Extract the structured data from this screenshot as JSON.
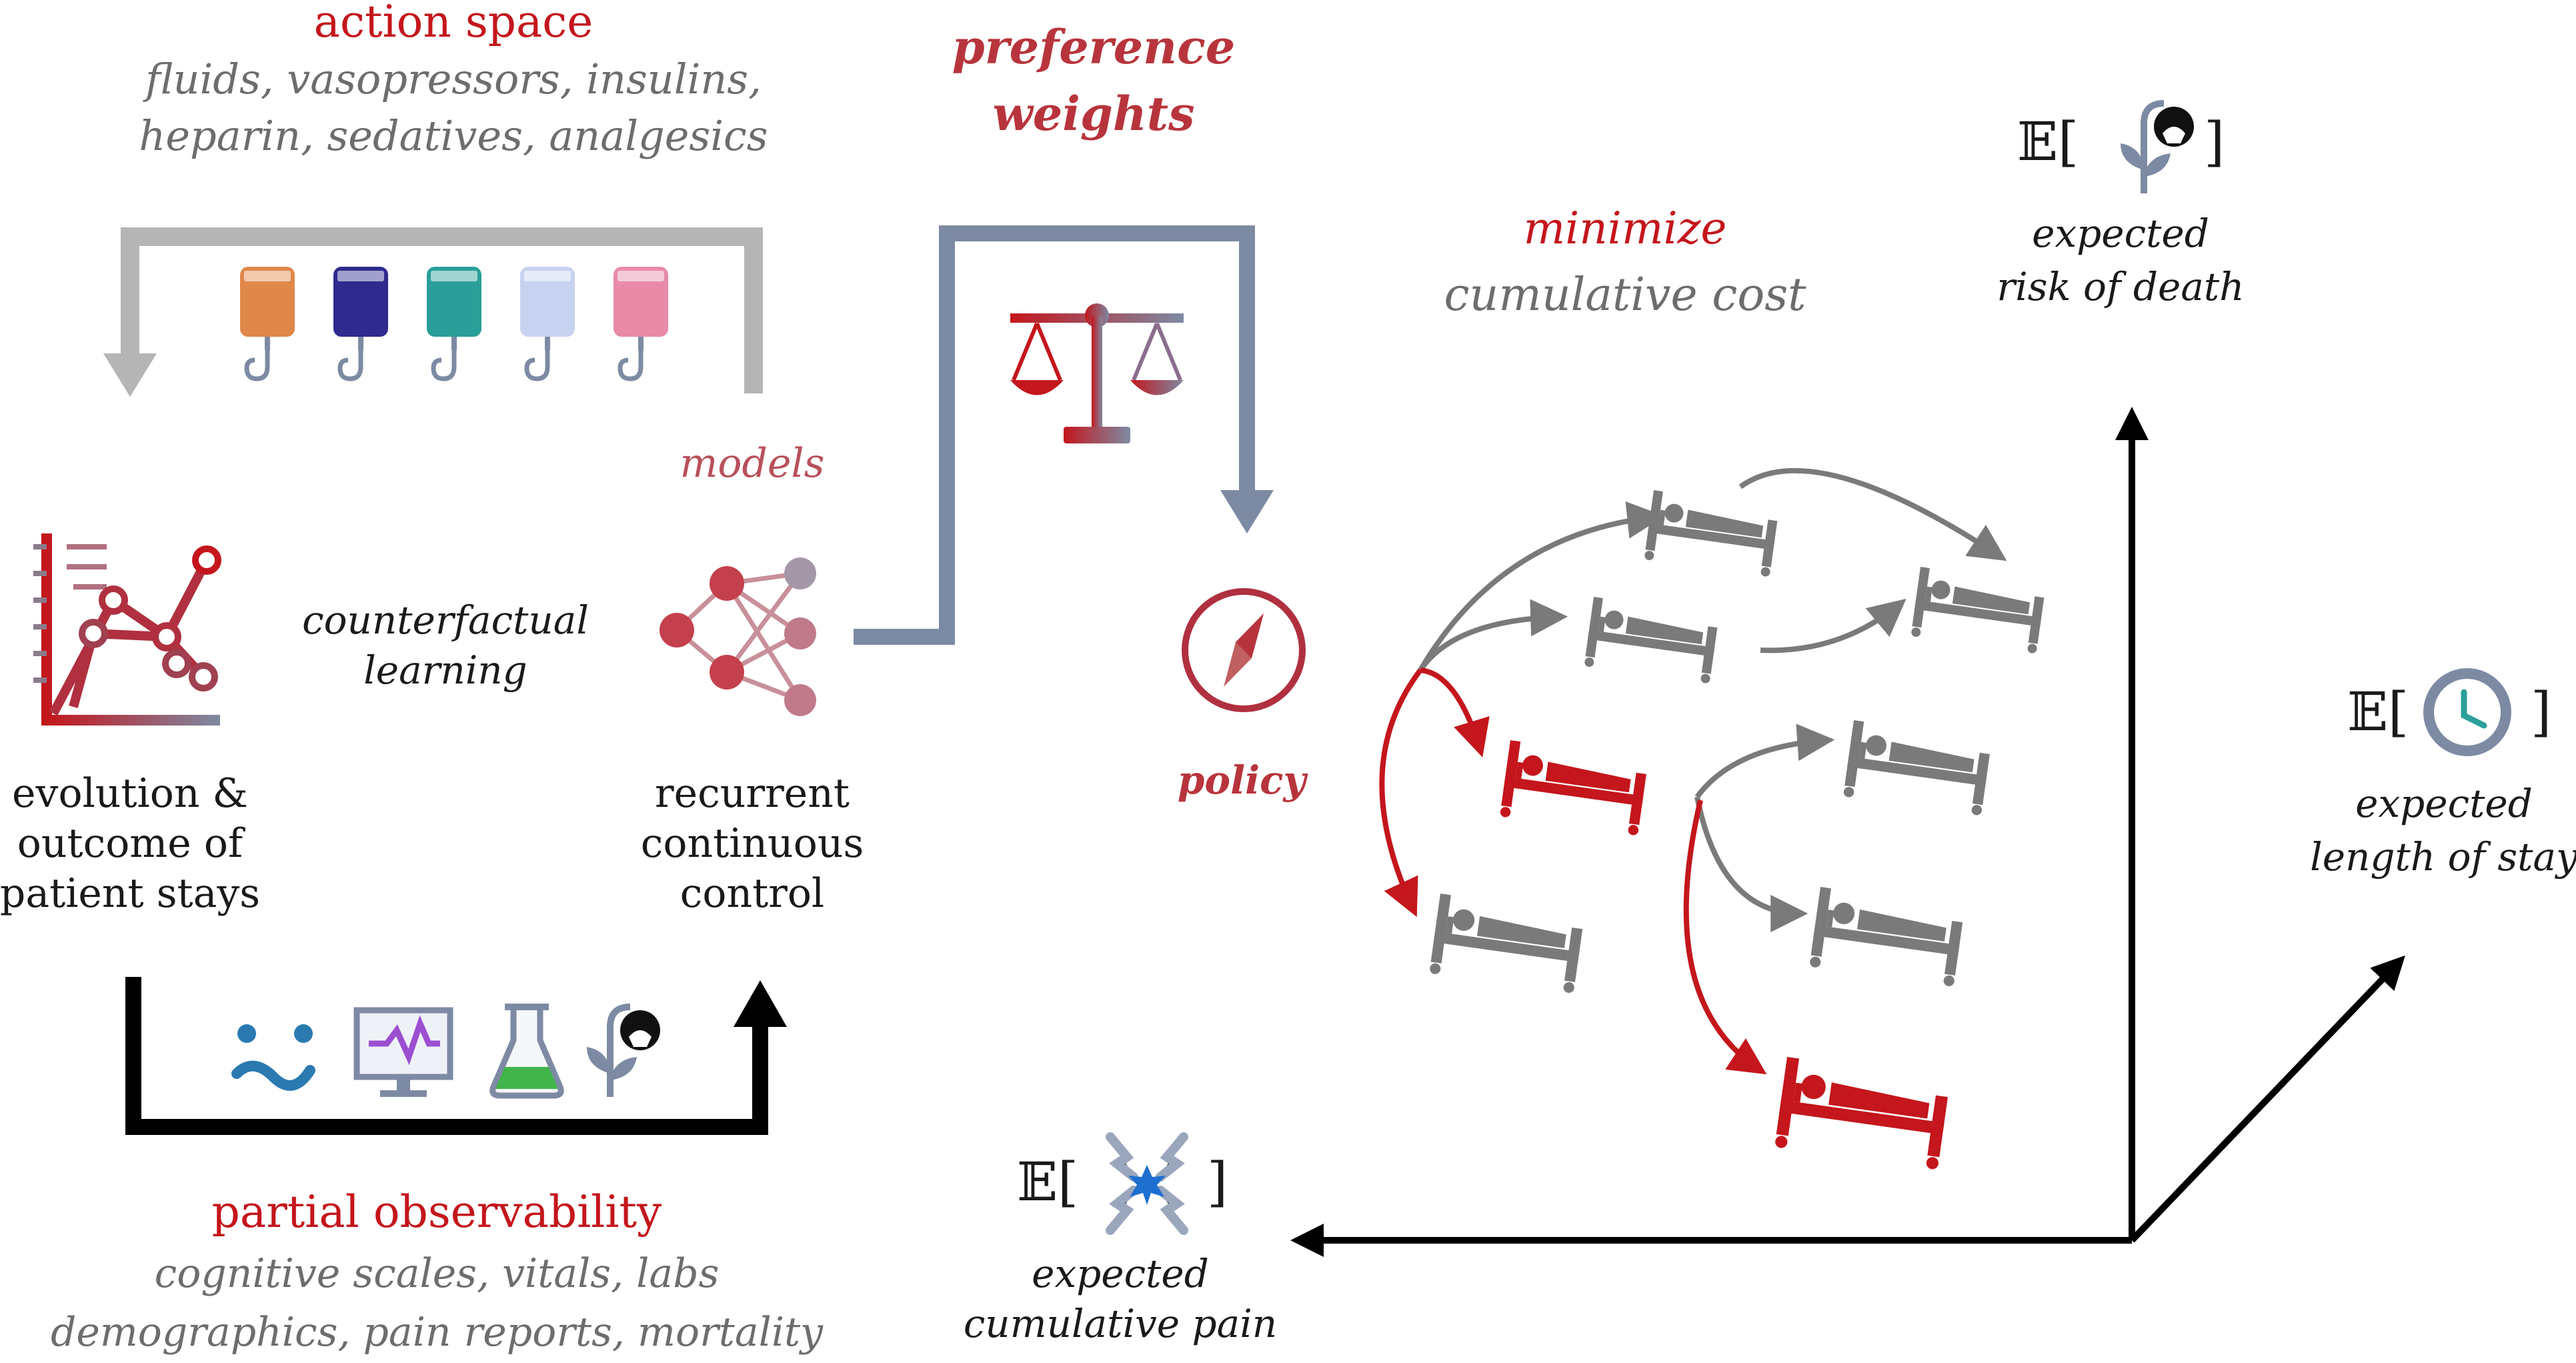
{
  "action_space": {
    "title": "action space",
    "line1": "fluids, vasopressors, insulins,",
    "line2": "heparin, sedatives, analgesics",
    "bag_colors": [
      "#e0874a",
      "#2f2a8e",
      "#2a9f99",
      "#c6d2ef",
      "#e88aa8"
    ]
  },
  "preference": {
    "line1": "preference",
    "line2": "weights"
  },
  "minimize": {
    "title": "minimize",
    "subtitle": "cumulative cost"
  },
  "models": {
    "label": "models"
  },
  "left_block": {
    "counterfactual_1": "counterfactual",
    "counterfactual_2": "learning",
    "evolution_1": "evolution &",
    "evolution_2": "outcome of",
    "evolution_3": "patient stays",
    "recurrent_1": "recurrent",
    "recurrent_2": "continuous",
    "recurrent_3": "control"
  },
  "policy": {
    "label": "policy"
  },
  "partial": {
    "title": "partial observability",
    "line1": "cognitive scales, vitals, labs",
    "line2": "demographics, pain reports, mortality"
  },
  "axes": {
    "death": {
      "symbol": "𝔼[",
      "close": "]",
      "line1": "expected",
      "line2": "risk of death"
    },
    "stay": {
      "symbol": "𝔼[",
      "close": "]",
      "line1": "expected",
      "line2": "length of stay"
    },
    "pain": {
      "symbol": "𝔼[",
      "close": "]",
      "line1": "expected",
      "line2": "cumulative pain"
    }
  },
  "colors": {
    "red": "#c4161c",
    "gray_text": "#6d6d6d",
    "slate": "#7d8aa3",
    "bed_gray": "#7a7a7a"
  }
}
